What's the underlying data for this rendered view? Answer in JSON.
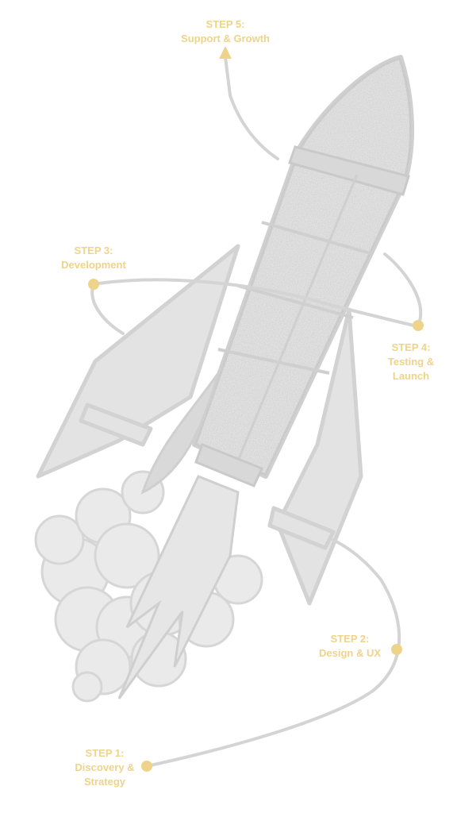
{
  "colors": {
    "rocket": "#d9d9d9",
    "path": "#d4d4d4",
    "accent": "#eed48a"
  },
  "illustration": {
    "name": "rocket-illustration",
    "elements": [
      "rocket",
      "flame",
      "smoke-cloud",
      "orbit-path"
    ]
  },
  "steps": [
    {
      "title": "STEP 1:",
      "lines": [
        "Discovery &",
        "Strategy"
      ]
    },
    {
      "title": "STEP 2:",
      "lines": [
        "Design & UX"
      ]
    },
    {
      "title": "STEP 3:",
      "lines": [
        "Development"
      ]
    },
    {
      "title": "STEP 4:",
      "lines": [
        "Testing &",
        "Launch"
      ]
    },
    {
      "title": "STEP 5:",
      "lines": [
        "Support & Growth"
      ]
    }
  ]
}
